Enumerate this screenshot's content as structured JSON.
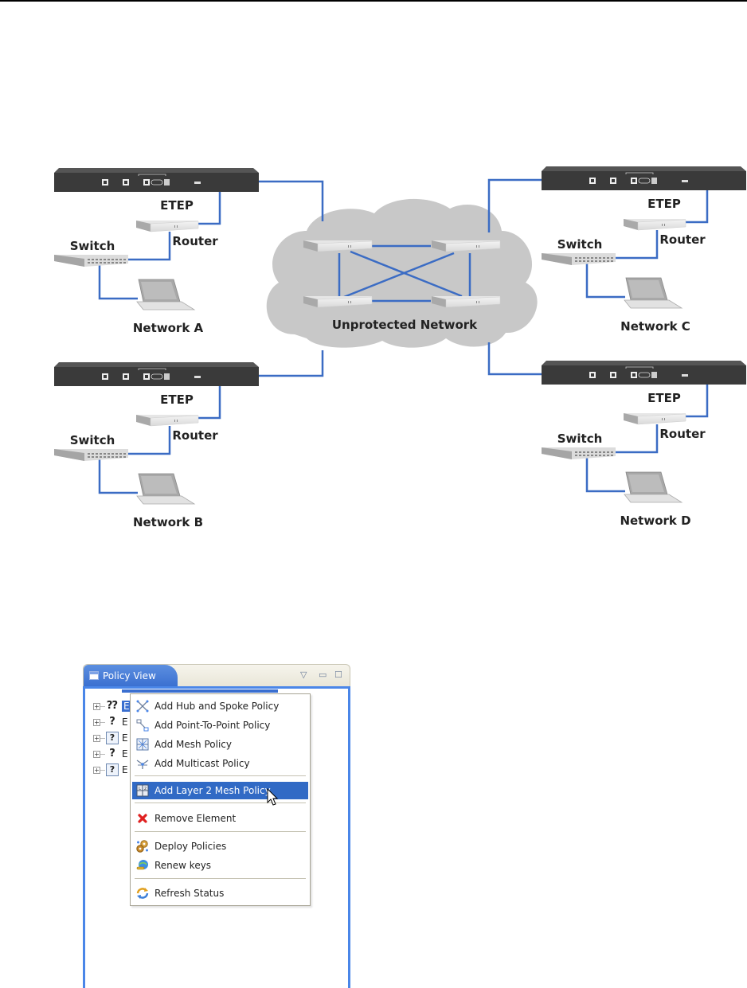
{
  "diagram": {
    "cloud_label": "Unprotected Network",
    "sites": [
      {
        "id": "a",
        "etep": "ETEP",
        "router": "Router",
        "switch": "Switch",
        "network": "Network A"
      },
      {
        "id": "b",
        "etep": "ETEP",
        "router": "Router",
        "switch": "Switch",
        "network": "Network B"
      },
      {
        "id": "c",
        "etep": "ETEP",
        "router": "Router",
        "switch": "Switch",
        "network": "Network C"
      },
      {
        "id": "d",
        "etep": "ETEP",
        "router": "Router",
        "switch": "Switch",
        "network": "Network D"
      }
    ],
    "colors": {
      "wire": "#3b6cc4",
      "cloud": "#c8c8c8",
      "etep": "#3a3a3a"
    }
  },
  "policy_view": {
    "title": "Policy View",
    "controls": {
      "menu": "▽",
      "minimize": "▭",
      "maximize": "☐"
    },
    "tree": [
      {
        "icon": "hub-spoke-policy-icon",
        "text": "E",
        "selected": true
      },
      {
        "icon": "point-to-point-policy-icon",
        "text": "E",
        "selected": false
      },
      {
        "icon": "mesh-policy-icon",
        "text": "E",
        "selected": false
      },
      {
        "icon": "multicast-policy-icon",
        "text": "E",
        "selected": false
      },
      {
        "icon": "layer2-mesh-policy-icon",
        "text": "E",
        "selected": false
      }
    ],
    "context_menu": {
      "items": [
        {
          "label": "Add Hub and Spoke Policy",
          "icon": "hub-spoke-icon"
        },
        {
          "label": "Add Point-To-Point Policy",
          "icon": "point-to-point-icon"
        },
        {
          "label": "Add Mesh Policy",
          "icon": "mesh-icon"
        },
        {
          "label": "Add Multicast Policy",
          "icon": "multicast-icon"
        },
        {
          "label": "Add Layer 2 Mesh Policy",
          "icon": "layer2-mesh-icon",
          "active": true
        },
        {
          "label": "Remove Element",
          "icon": "remove-icon"
        },
        {
          "label": "Deploy Policies",
          "icon": "deploy-icon"
        },
        {
          "label": "Renew keys",
          "icon": "renew-keys-icon"
        },
        {
          "label": "Refresh Status",
          "icon": "refresh-icon"
        }
      ]
    },
    "colors": {
      "accent": "#316ac5",
      "border": "#4a86e8",
      "remove": "#e02020"
    }
  }
}
